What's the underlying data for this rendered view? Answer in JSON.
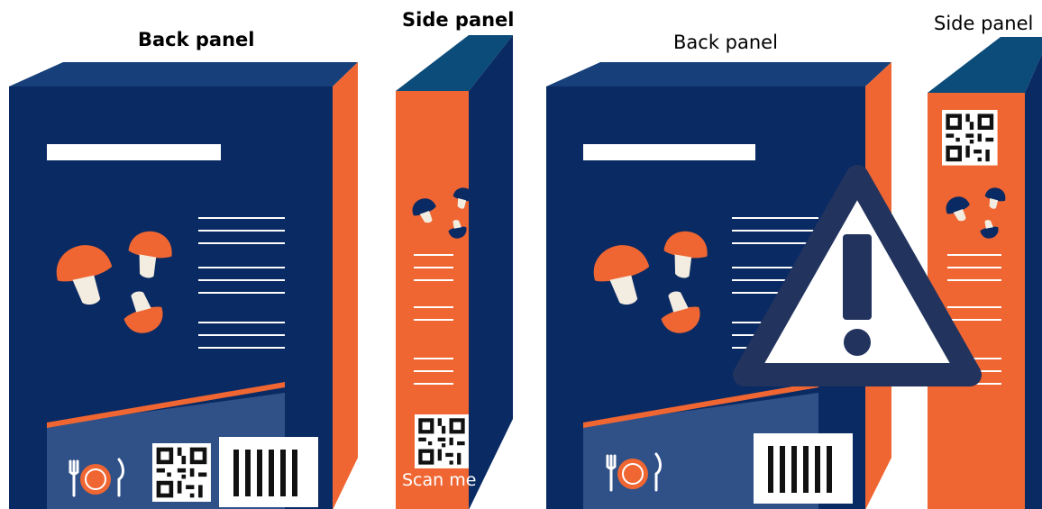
{
  "left_scene": {
    "back_panel_label": "Back panel",
    "side_panel_label": "Side panel",
    "scan_label": "Scan me"
  },
  "right_scene": {
    "back_panel_label": "Back panel",
    "side_panel_label": "Side panel"
  },
  "colors": {
    "navy": "#0a2a63",
    "navy_light": "#2f5188",
    "navy_top": "#17407a",
    "orange": "#ef6632",
    "side_top": "#0b4c7a",
    "warning": "#22335e"
  },
  "icons": [
    "mushroom-icon",
    "qr-code-icon",
    "barcode-icon",
    "plate-cutlery-icon",
    "warning-icon"
  ]
}
